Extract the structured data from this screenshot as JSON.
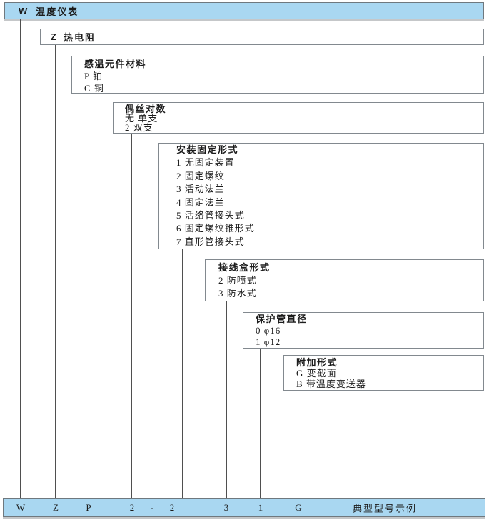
{
  "colors": {
    "bar-fill": "#A9D7F1",
    "box-border": "#82898F",
    "line": "#4F4F4F",
    "text": "#1C1C1C"
  },
  "top_bar": {
    "code": "W",
    "label": "温度仪表"
  },
  "boxes": [
    {
      "code": "Z",
      "label": "热电阻"
    },
    {
      "title": "感温元件材料",
      "items": [
        "P 铂",
        "C 铜"
      ]
    },
    {
      "title": "偶丝对数",
      "items": [
        "无 单支",
        "2 双支"
      ]
    },
    {
      "title": "安装固定形式",
      "items": [
        "1 无固定装置",
        "2 固定螺纹",
        "3 活动法兰",
        "4 固定法兰",
        "5 活络管接头式",
        "6 固定螺纹锥形式",
        "7 直形管接头式"
      ]
    },
    {
      "title": "接线盒形式",
      "items": [
        "2 防喷式",
        "3 防水式"
      ]
    },
    {
      "title": "保护管直径",
      "items": [
        "0 φ16",
        "1 φ12"
      ]
    },
    {
      "title": "附加形式",
      "items": [
        "G 变截面",
        "B 带温度变送器"
      ]
    }
  ],
  "bottom_bar": {
    "codes": [
      "W",
      "Z",
      "P",
      "2",
      "-",
      "2",
      "3",
      "1",
      "G"
    ],
    "label": "典型型号示例"
  }
}
